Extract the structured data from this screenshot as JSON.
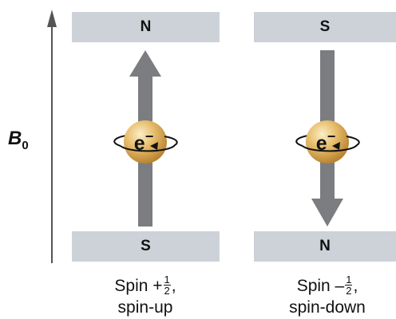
{
  "field": {
    "symbol": "B",
    "subscript": "0"
  },
  "panels": [
    {
      "top_pole": "N",
      "bottom_pole": "S",
      "particle": "e",
      "particle_charge": "−",
      "caption_prefix": "Spin +",
      "caption_frac_num": "1",
      "caption_frac_den": "2",
      "caption_suffix": ",",
      "caption_line2": "spin-up"
    },
    {
      "top_pole": "S",
      "bottom_pole": "N",
      "particle": "e",
      "particle_charge": "−",
      "caption_prefix": "Spin –",
      "caption_frac_num": "1",
      "caption_frac_den": "2",
      "caption_suffix": ",",
      "caption_line2": "spin-down"
    }
  ],
  "colors": {
    "pole_fill": "#cdd2d9",
    "arrow": "#7b7d80",
    "sphere_light": "#f6dfaa",
    "sphere_dark": "#c48f3d"
  }
}
